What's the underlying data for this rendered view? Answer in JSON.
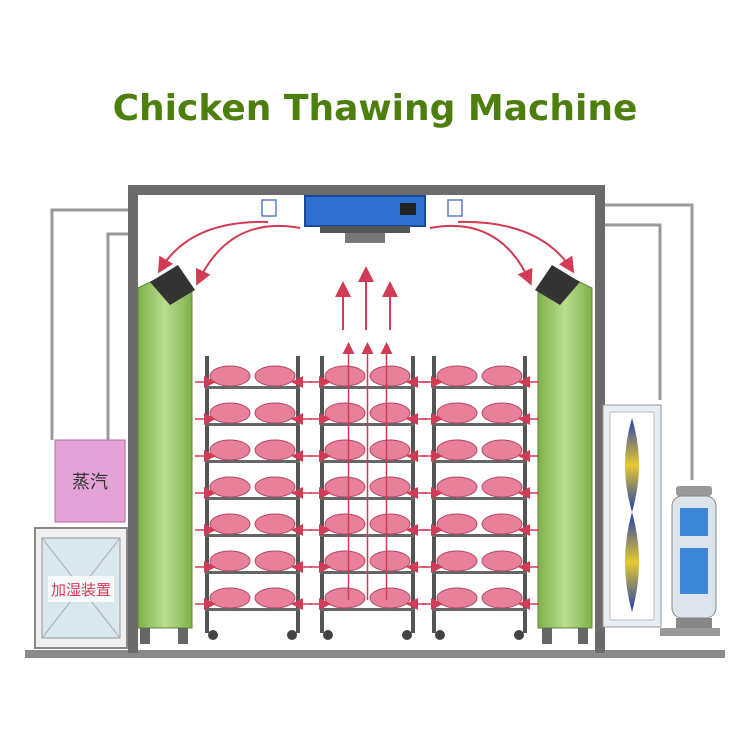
{
  "title": "Chicken Thawing Machine",
  "labels": {
    "steam_box": "蒸汽",
    "humidifier": "加湿装置"
  },
  "colors": {
    "title": "#4d7f0f",
    "frame": "#6b6b6b",
    "side_panel": "#9cc56a",
    "steam_box": "#e4a3d6",
    "meat": "#e8809a",
    "arrow": "#d23b55",
    "heater": "#2f6fd0"
  },
  "icons": [
    "fan-unit-icon",
    "heater-icon",
    "fan-nozzle-icon",
    "water-tank-icon"
  ]
}
